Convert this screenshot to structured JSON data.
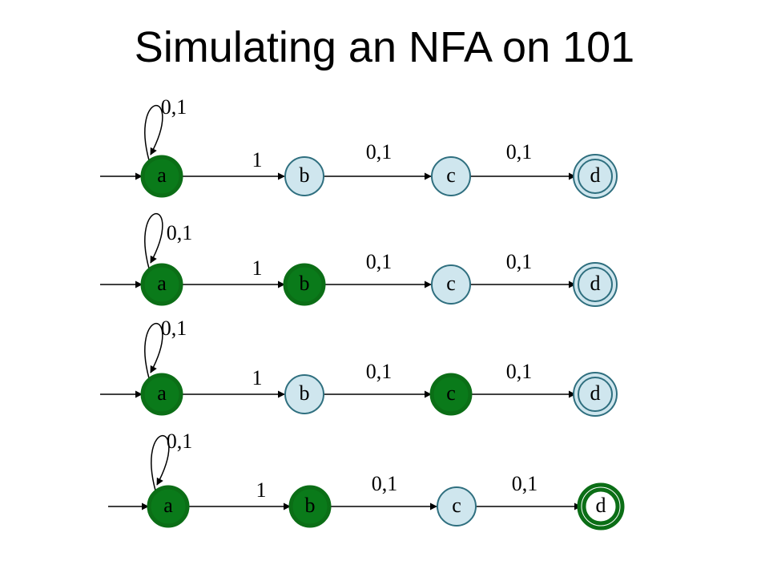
{
  "title": "Simulating an NFA on 101",
  "colors": {
    "active_fill": "#0a7a1a",
    "active_stroke": "#0b6e16",
    "inactive_fill": "#cfe6ee",
    "inactive_stroke": "#2f6f7f"
  },
  "rows": [
    {
      "states": [
        {
          "id": "a",
          "label": "a",
          "active": true,
          "accept": false
        },
        {
          "id": "b",
          "label": "b",
          "active": false,
          "accept": false
        },
        {
          "id": "c",
          "label": "c",
          "active": false,
          "accept": false
        },
        {
          "id": "d",
          "label": "d",
          "active": false,
          "accept": true
        }
      ],
      "self_loop_label": "0,1",
      "edge_labels": [
        "1",
        "0,1",
        "0,1"
      ]
    },
    {
      "states": [
        {
          "id": "a",
          "label": "a",
          "active": true,
          "accept": false
        },
        {
          "id": "b",
          "label": "b",
          "active": true,
          "accept": false
        },
        {
          "id": "c",
          "label": "c",
          "active": false,
          "accept": false
        },
        {
          "id": "d",
          "label": "d",
          "active": false,
          "accept": true
        }
      ],
      "self_loop_label": "0,1",
      "edge_labels": [
        "1",
        "0,1",
        "0,1"
      ]
    },
    {
      "states": [
        {
          "id": "a",
          "label": "a",
          "active": true,
          "accept": false
        },
        {
          "id": "b",
          "label": "b",
          "active": false,
          "accept": false
        },
        {
          "id": "c",
          "label": "c",
          "active": true,
          "accept": false
        },
        {
          "id": "d",
          "label": "d",
          "active": false,
          "accept": true
        }
      ],
      "self_loop_label": "0,1",
      "edge_labels": [
        "1",
        "0,1",
        "0,1"
      ]
    },
    {
      "states": [
        {
          "id": "a",
          "label": "a",
          "active": true,
          "accept": false
        },
        {
          "id": "b",
          "label": "b",
          "active": true,
          "accept": false
        },
        {
          "id": "c",
          "label": "c",
          "active": false,
          "accept": false
        },
        {
          "id": "d",
          "label": "d",
          "active": true,
          "accept": true
        }
      ],
      "self_loop_label": "0,1",
      "edge_labels": [
        "1",
        "0,1",
        "0,1"
      ]
    }
  ]
}
